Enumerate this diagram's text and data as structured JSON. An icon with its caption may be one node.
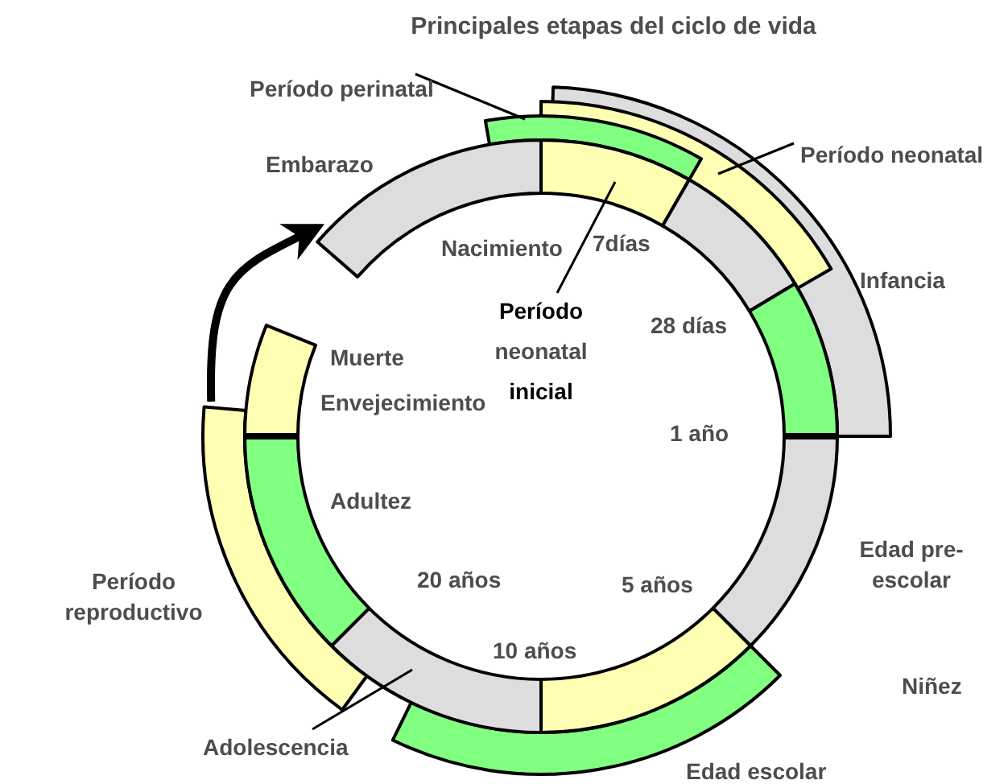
{
  "diagram": {
    "title": "Principales etapas del ciclo de vida",
    "nodes": [
      {
        "text": [
          "Período perinatal"
        ]
      },
      {
        "text": [],
        "shape": "bar"
      },
      {
        "text": [
          "Período neonatal"
        ]
      },
      {
        "text": [],
        "shape": "bar"
      },
      {
        "text": [],
        "shape": "bar",
        "beside": [
          "Infancia"
        ]
      },
      {
        "text": [],
        "shape": "bar",
        "beside": [
          "Embarazo"
        ]
      },
      {
        "text": [],
        "shape": "bar"
      },
      {
        "text": [
          "**Período** neonatal **inicial**"
        ]
      },
      {
        "text": [],
        "shape": "bar"
      },
      {
        "text": [],
        "shape": "bar"
      },
      {
        "text": [],
        "shape": "bar",
        "beside": [
          "Edad pre-escolar"
        ]
      },
      {
        "text": [],
        "shape": "bar"
      },
      {
        "text": [],
        "shape": "bar"
      },
      {
        "text": [
          "Adolescencia"
        ]
      },
      {
        "text": [],
        "shape": "bar",
        "beside": [
          "Adultez"
        ]
      },
      {
        "text": [],
        "shape": "bar",
        "beside": [
          "Envejecimiento"
        ]
      },
      {
        "text": [],
        "shape": "bar",
        "beside": [
          "Edad escolar"
        ]
      },
      {
        "text": [],
        "shape": "bar",
        "beside": [
          "Período reproductivo"
        ]
      }
    ],
    "edges": [
      {
        "from": 0,
        "to": 1,
        "arrow": "none"
      },
      {
        "from": 2,
        "to": 3,
        "arrow": "none"
      },
      {
        "from": 7,
        "to": 6,
        "arrow": "none"
      },
      {
        "from": 13,
        "to": 12,
        "arrow": "none"
      },
      {
        "from": 17,
        "to": 5,
        "arrow": "to",
        "style": "thick"
      }
    ],
    "labels": [
      "Nacimiento",
      "7días",
      "28 días",
      "1 año",
      "Muerte",
      "20 años",
      "5 años",
      "10 años",
      "Niñez"
    ]
  }
}
